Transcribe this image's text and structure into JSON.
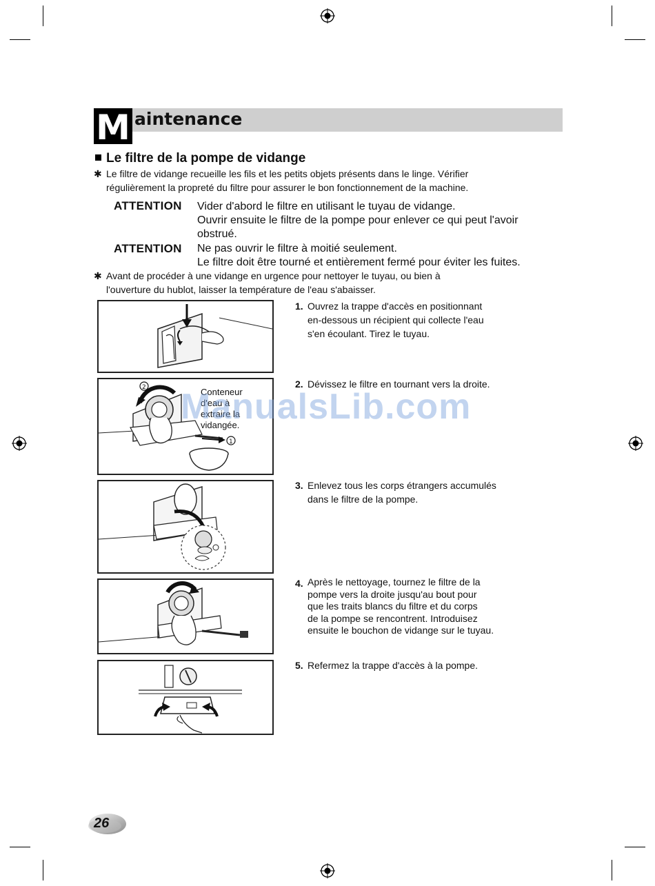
{
  "header": {
    "letter": "M",
    "rest": "aintenance"
  },
  "section": {
    "title": "Le filtre de la pompe de vidange"
  },
  "intro_note": {
    "symbol": "✱",
    "lines": [
      "Le filtre de vidange recueille les fils et les petits objets présents dans le linge. Vérifier",
      "régulièrement la propreté du filtre pour assurer le bon fonctionnement de la machine."
    ]
  },
  "attentions": [
    {
      "label": "ATTENTION",
      "lines": [
        "Vider d'abord le filtre en utilisant le tuyau de vidange.",
        "Ouvrir ensuite le filtre de la pompe pour enlever ce qui peut l'avoir",
        "obstrué."
      ]
    },
    {
      "label": "ATTENTION",
      "lines": [
        "Ne pas ouvrir le filtre à moitié seulement.",
        "Le filtre doit être tourné et entièrement fermé pour éviter les fuites."
      ]
    }
  ],
  "urgent_note": {
    "symbol": "✱",
    "lines": [
      "Avant de procéder à une vidange en urgence pour nettoyer le tuyau, ou bien à",
      "l'ouverture du hublot, laisser la température de l'eau s'abaisser."
    ]
  },
  "figure2_label": {
    "lines": [
      "Conteneur",
      "d'eau à",
      "extraire la",
      "vidangée."
    ]
  },
  "steps": [
    {
      "num": "1.",
      "lines": [
        "Ouvrez la trappe d'accès en positionnant",
        "en-dessous un récipient qui collecte l'eau",
        "s'en écoulant. Tirez le tuyau."
      ]
    },
    {
      "num": "2.",
      "lines": [
        "Dévissez le filtre en tournant vers la droite."
      ]
    },
    {
      "num": "3.",
      "lines": [
        "Enlevez tous les corps étrangers accumulés",
        "dans le filtre de la pompe."
      ]
    },
    {
      "num": "4.",
      "lines": [
        "Après le nettoyage, tournez le filtre de la",
        "pompe vers la droite jusqu'au bout pour",
        "que les traits blancs du filtre et du corps",
        "de la pompe se rencontrent. Introduisez",
        "ensuite le bouchon de vidange sur le tuyau."
      ]
    },
    {
      "num": "5.",
      "lines": [
        "Refermez la trappe d'accès à la pompe."
      ]
    }
  ],
  "watermark": "ManualsLib.com",
  "page_number": "26"
}
